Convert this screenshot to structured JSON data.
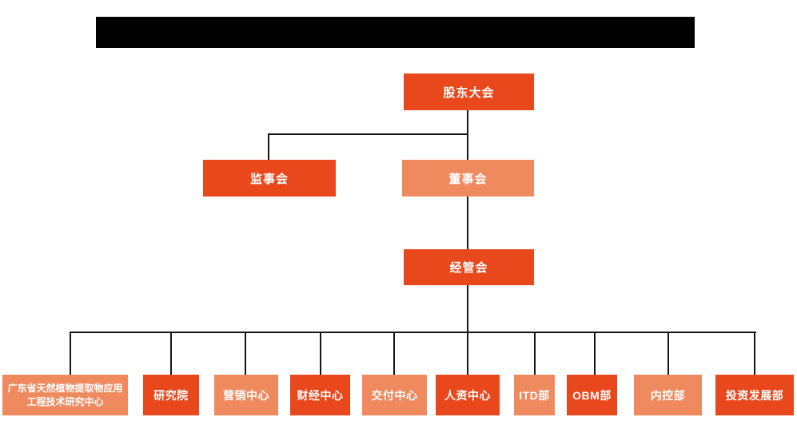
{
  "colors": {
    "primary": "#e8481b",
    "secondary": "#ef8a5f",
    "line": "#151515",
    "node_text": "#ffffff",
    "redaction": "#000000"
  },
  "org_chart": {
    "type": "organization-chart",
    "nodes": [
      {
        "id": "shareholders-meeting",
        "label": "股东大会",
        "level": 1,
        "variant": "primary"
      },
      {
        "id": "supervisory-board",
        "label": "监事会",
        "level": 2,
        "variant": "primary"
      },
      {
        "id": "board-of-directors",
        "label": "董事会",
        "level": 2,
        "variant": "secondary"
      },
      {
        "id": "management-committee",
        "label": "经管会",
        "level": 3,
        "variant": "primary"
      },
      {
        "id": "research-center",
        "label": "广东省天然植物提取物应用工程技术研究中心",
        "level": 4,
        "variant": "secondary"
      },
      {
        "id": "research-institute",
        "label": "研究院",
        "level": 4,
        "variant": "primary"
      },
      {
        "id": "marketing-center",
        "label": "营销中心",
        "level": 4,
        "variant": "secondary"
      },
      {
        "id": "finance-center",
        "label": "财经中心",
        "level": 4,
        "variant": "primary"
      },
      {
        "id": "delivery-center",
        "label": "交付中心",
        "level": 4,
        "variant": "secondary"
      },
      {
        "id": "hr-center",
        "label": "人资中心",
        "level": 4,
        "variant": "primary"
      },
      {
        "id": "itd-department",
        "label": "ITD部",
        "level": 4,
        "variant": "secondary"
      },
      {
        "id": "obm-department",
        "label": "OBM部",
        "level": 4,
        "variant": "primary"
      },
      {
        "id": "internal-control-department",
        "label": "内控部",
        "level": 4,
        "variant": "secondary"
      },
      {
        "id": "investment-development-department",
        "label": "投资发展部",
        "level": 4,
        "variant": "primary"
      }
    ],
    "edges": [
      {
        "from": "股东大会",
        "to": "监事会"
      },
      {
        "from": "股东大会",
        "to": "董事会"
      },
      {
        "from": "董事会",
        "to": "经管会"
      },
      {
        "from": "经管会",
        "to": "广东省天然植物提取物应用工程技术研究中心"
      },
      {
        "from": "经管会",
        "to": "研究院"
      },
      {
        "from": "经管会",
        "to": "营销中心"
      },
      {
        "from": "经管会",
        "to": "财经中心"
      },
      {
        "from": "经管会",
        "to": "交付中心"
      },
      {
        "from": "经管会",
        "to": "人资中心"
      },
      {
        "from": "经管会",
        "to": "ITD部"
      },
      {
        "from": "经管会",
        "to": "OBM部"
      },
      {
        "from": "经管会",
        "to": "内控部"
      },
      {
        "from": "经管会",
        "to": "投资发展部"
      }
    ]
  }
}
